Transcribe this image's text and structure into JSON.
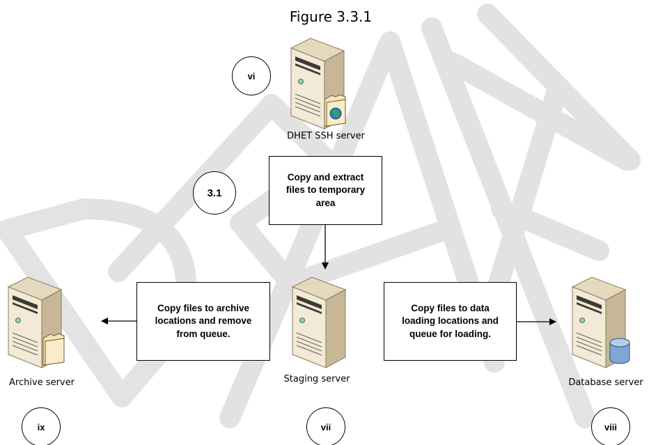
{
  "figure_title": "Figure 3.3.1",
  "watermark": "DRAFT",
  "servers": {
    "ssh": {
      "label": "DHET SSH server",
      "marker": "vi"
    },
    "staging": {
      "label": "Staging server",
      "marker": "vii"
    },
    "archive": {
      "label": "Archive server",
      "marker": "ix"
    },
    "database": {
      "label": "Database server",
      "marker": "viii"
    }
  },
  "steps": {
    "step_marker": "3.1",
    "extract": "Copy and extract\nfiles to temporary\narea",
    "archive": "Copy files to archive\nlocations and remove\nfrom queue.",
    "loading": "Copy files to data\nloading locations and\nqueue for loading."
  },
  "colors": {
    "server_front": "#f2ead6",
    "server_side": "#c7b796",
    "server_top": "#e4d8bd",
    "watermark": "#dedede"
  }
}
